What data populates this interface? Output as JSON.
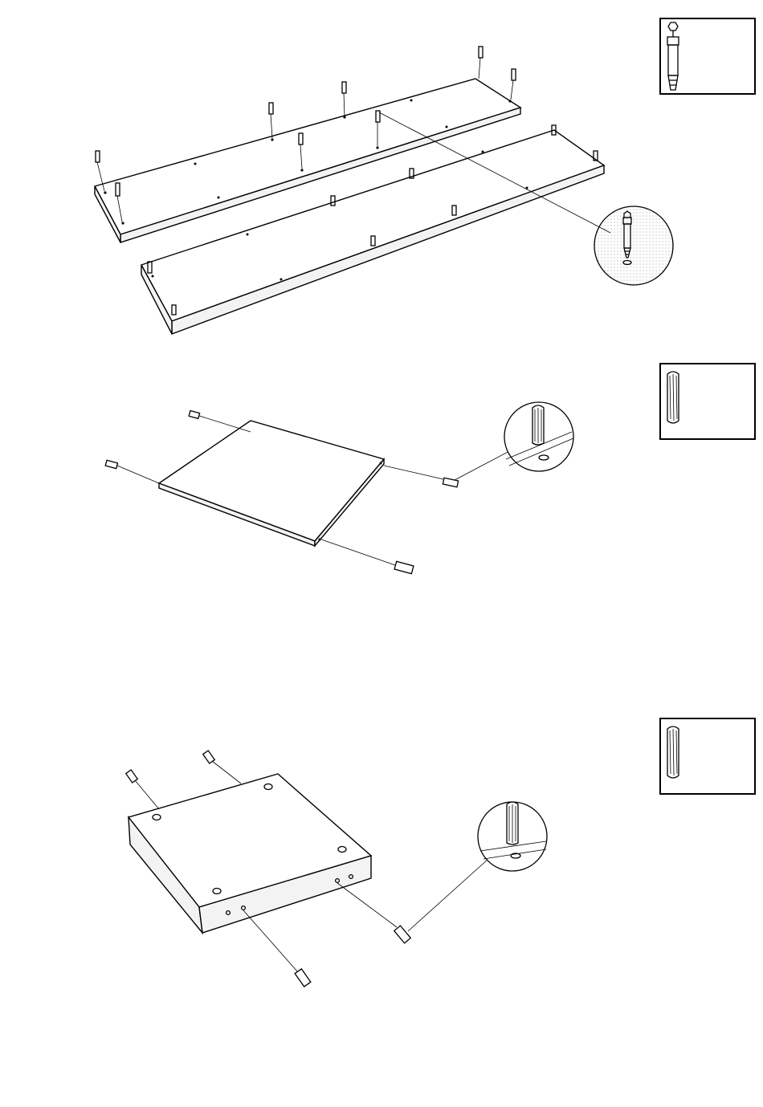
{
  "document": {
    "type": "assembly-instructions",
    "steps": [
      {
        "id": "step-1",
        "parts_icon": "cam-bolt-icon",
        "detail_icon": "cam-bolt-insert-detail-icon",
        "panels": 2,
        "fittings_shown": 16
      },
      {
        "id": "step-2",
        "parts_icon": "wooden-dowel-icon",
        "detail_icon": "dowel-insert-detail-icon",
        "panels": 1,
        "fittings_shown": 4
      },
      {
        "id": "step-3",
        "parts_icon": "wooden-dowel-icon",
        "detail_icon": "dowel-insert-detail-icon",
        "panels": 1,
        "fittings_shown": 4
      }
    ],
    "colors": {
      "line": "#000000",
      "background": "#ffffff",
      "detail_fill": "#dcdcdc"
    }
  }
}
